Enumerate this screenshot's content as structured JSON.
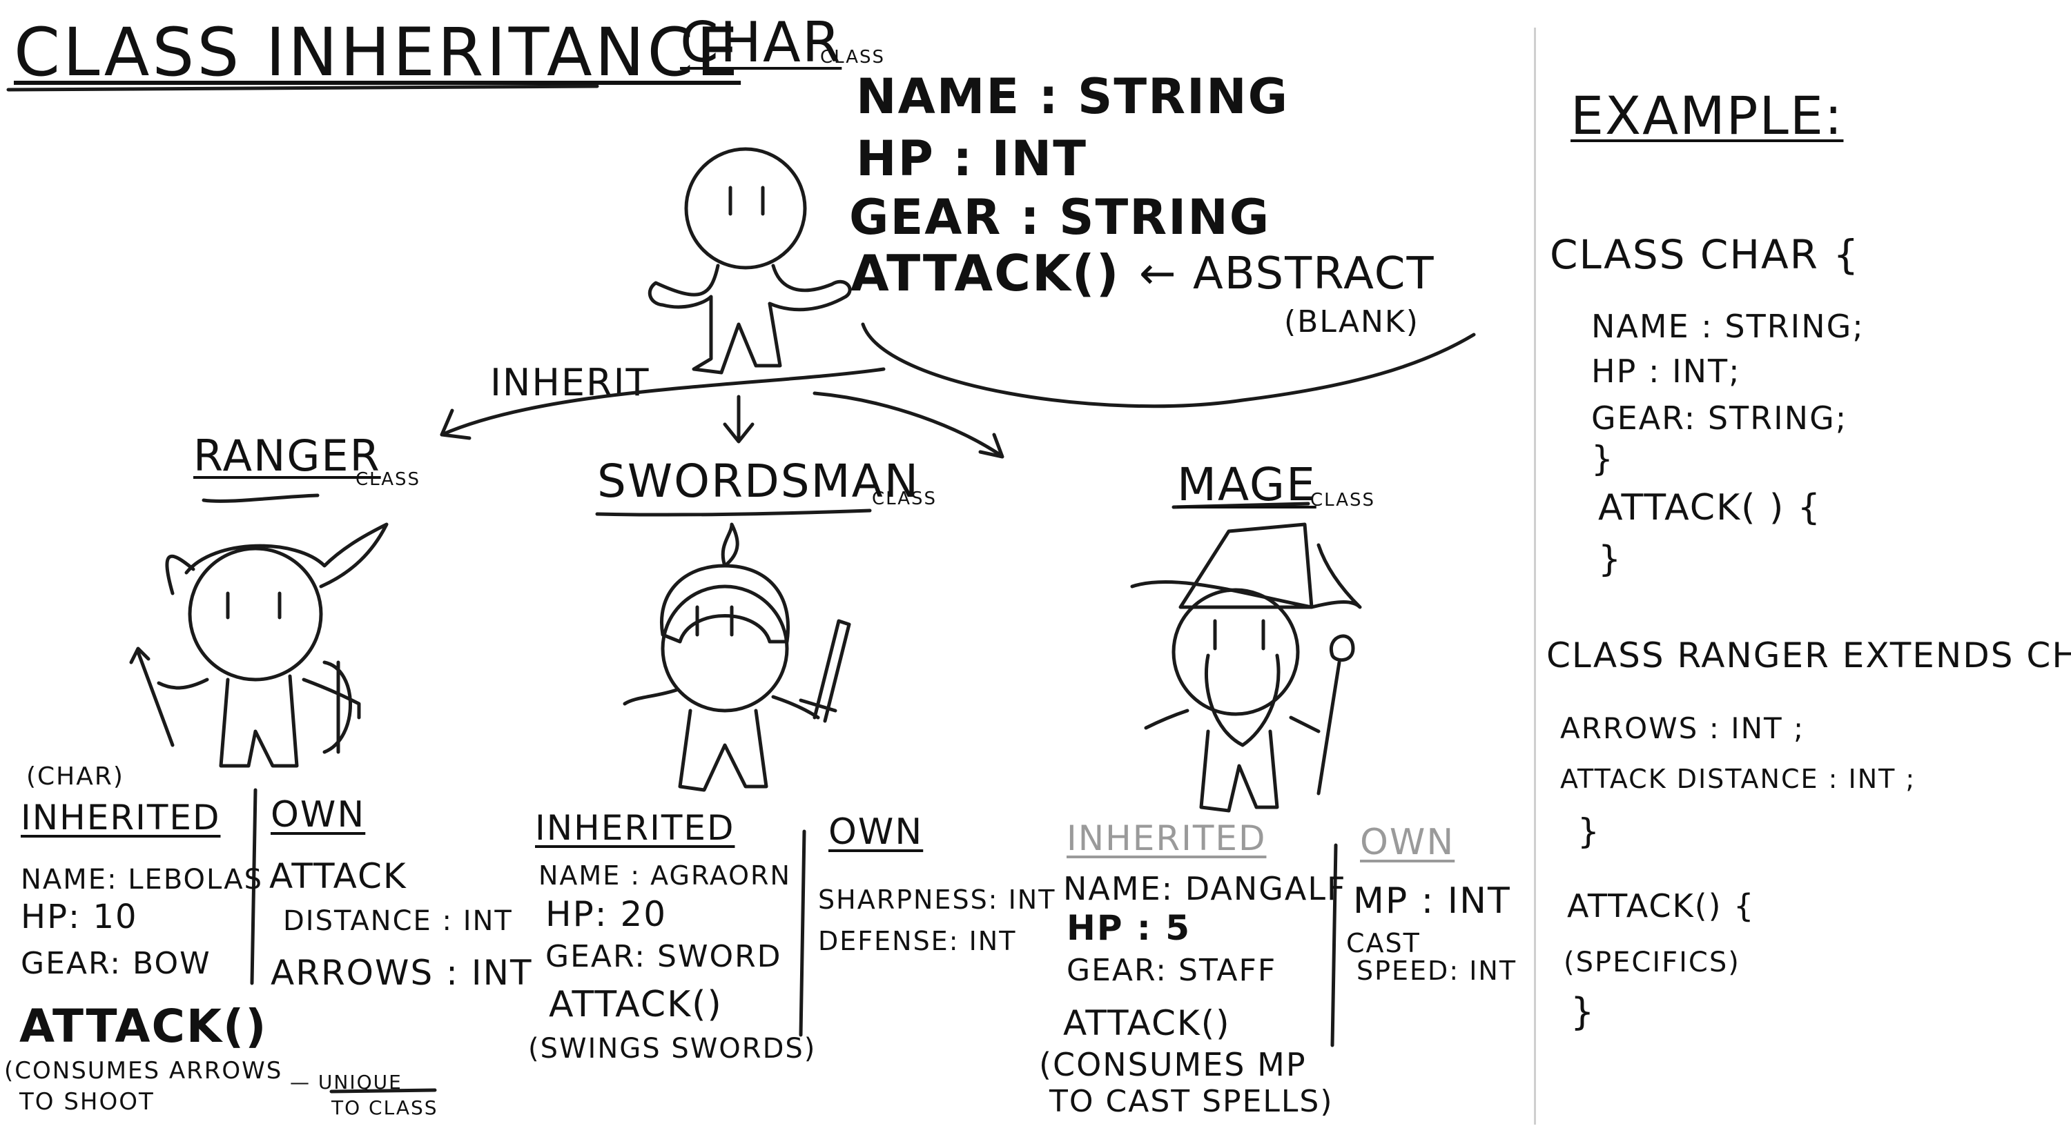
{
  "title": "CLASS INHERITANCE",
  "char_class": {
    "name": "CHAR",
    "suffix": "CLASS",
    "fields": [
      "NAME : STRING",
      "HP : INT",
      "GEAR : STRING",
      "ATTACK()"
    ],
    "abstract_note": "← ABSTRACT",
    "blank_note": "(BLANK)"
  },
  "inherit_label": "INHERIT",
  "ranger": {
    "name": "RANGER",
    "suffix": "CLASS",
    "char_note": "(CHAR)",
    "inherited_heading": "INHERITED",
    "own_heading": "OWN",
    "inherited": [
      "NAME: LEBOLAS",
      "HP: 10",
      "GEAR: BOW"
    ],
    "own": [
      "ATTACK",
      "DISTANCE : INT",
      "ARROWS : INT"
    ],
    "attack": "ATTACK()",
    "attack_note_1": "(CONSUMES ARROWS",
    "attack_note_2": "TO SHOOT",
    "unique_1": "— UNIQUE",
    "unique_2": "TO CLASS"
  },
  "swordsman": {
    "name": "SWORDSMAN",
    "suffix": "CLASS",
    "inherited_heading": "INHERITED",
    "own_heading": "OWN",
    "inherited": [
      "NAME : AGRAORN",
      "HP: 20",
      "GEAR: SWORD"
    ],
    "own": [
      "SHARPNESS: INT",
      "DEFENSE: INT"
    ],
    "attack": "ATTACK()",
    "attack_note": "(SWINGS SWORDS)"
  },
  "mage": {
    "name": "MAGE",
    "suffix": "CLASS",
    "inherited_heading": "INHERITED",
    "own_heading": "OWN",
    "inherited": [
      "NAME: DANGALF",
      "HP : 5",
      "GEAR: STAFF"
    ],
    "own": [
      "MP : INT",
      "CAST",
      "SPEED: INT"
    ],
    "attack": "ATTACK()",
    "attack_note_1": "(CONSUMES MP",
    "attack_note_2": "TO CAST SPELLS)"
  },
  "example": {
    "heading": "EXAMPLE:",
    "code": [
      "CLASS CHAR {",
      "NAME : STRING;",
      "HP  :  INT;",
      "GEAR: STRING;",
      "}",
      "ATTACK( ) {",
      "}",
      "CLASS RANGER EXTENDS CHAR {",
      "ARROWS : INT ;",
      "ATTACK DISTANCE : INT ;",
      "}",
      "ATTACK() {",
      "(SPECIFICS)",
      "}"
    ]
  }
}
